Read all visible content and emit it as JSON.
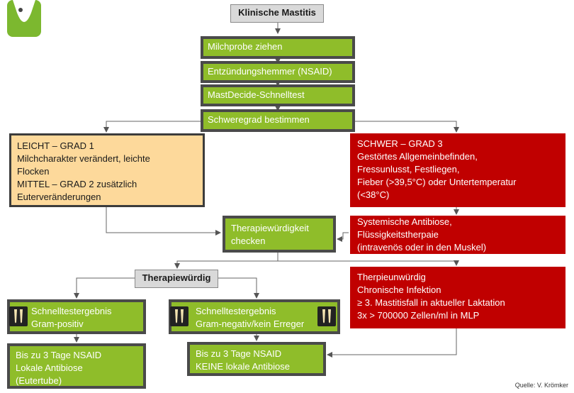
{
  "start": "Klinische Mastitis",
  "steps": [
    "Milchprobe ziehen",
    "Entzündungshemmer (NSAID)",
    "MastDecide-Schnelltest",
    "Schweregrad bestimmen"
  ],
  "leicht": [
    "LEICHT – GRAD 1",
    "Milchcharakter verändert, leichte",
    "Flocken",
    "MITTEL – GRAD 2 zusätzlich",
    "Euterveränderungen"
  ],
  "schwer": [
    "SCHWER – GRAD 3",
    "Gestörtes Allgemeinbefinden,",
    "Fressunlusst, Festliegen,",
    "Fieber (>39,5°C) oder Untertemperatur",
    "(<38°C)"
  ],
  "systemisch": [
    "Systemische Antibiose,",
    "Flüssigkeitstherpaie",
    "(intravenös oder in den Muskel)"
  ],
  "check": [
    "Therapiewürdigkeit",
    "checken"
  ],
  "therapiewuerdig": "Therapiewürdig",
  "unwuerdig": [
    "Therpieunwürdig",
    "Chronische Infektion",
    "≥ 3. Mastitisfall in aktueller Laktation",
    "3x > 700000 Zellen/ml in MLP"
  ],
  "gram_pos": [
    "Schnelltestergebnis",
    "Gram-positiv"
  ],
  "gram_neg": [
    "Schnelltestergebnis",
    "Gram-negativ/kein  Erreger"
  ],
  "treat_pos": [
    "Bis zu 3 Tage NSAID",
    "Lokale Antibiose",
    "(Eutertube)"
  ],
  "treat_neg": [
    "Bis zu 3 Tage NSAID",
    "KEINE lokale Antibiose"
  ],
  "source": "Quelle: V. Krömker",
  "colors": {
    "green": "#8fbd2a",
    "red": "#c00000",
    "orange": "#fdd99b",
    "border": "#4a4a4a"
  }
}
